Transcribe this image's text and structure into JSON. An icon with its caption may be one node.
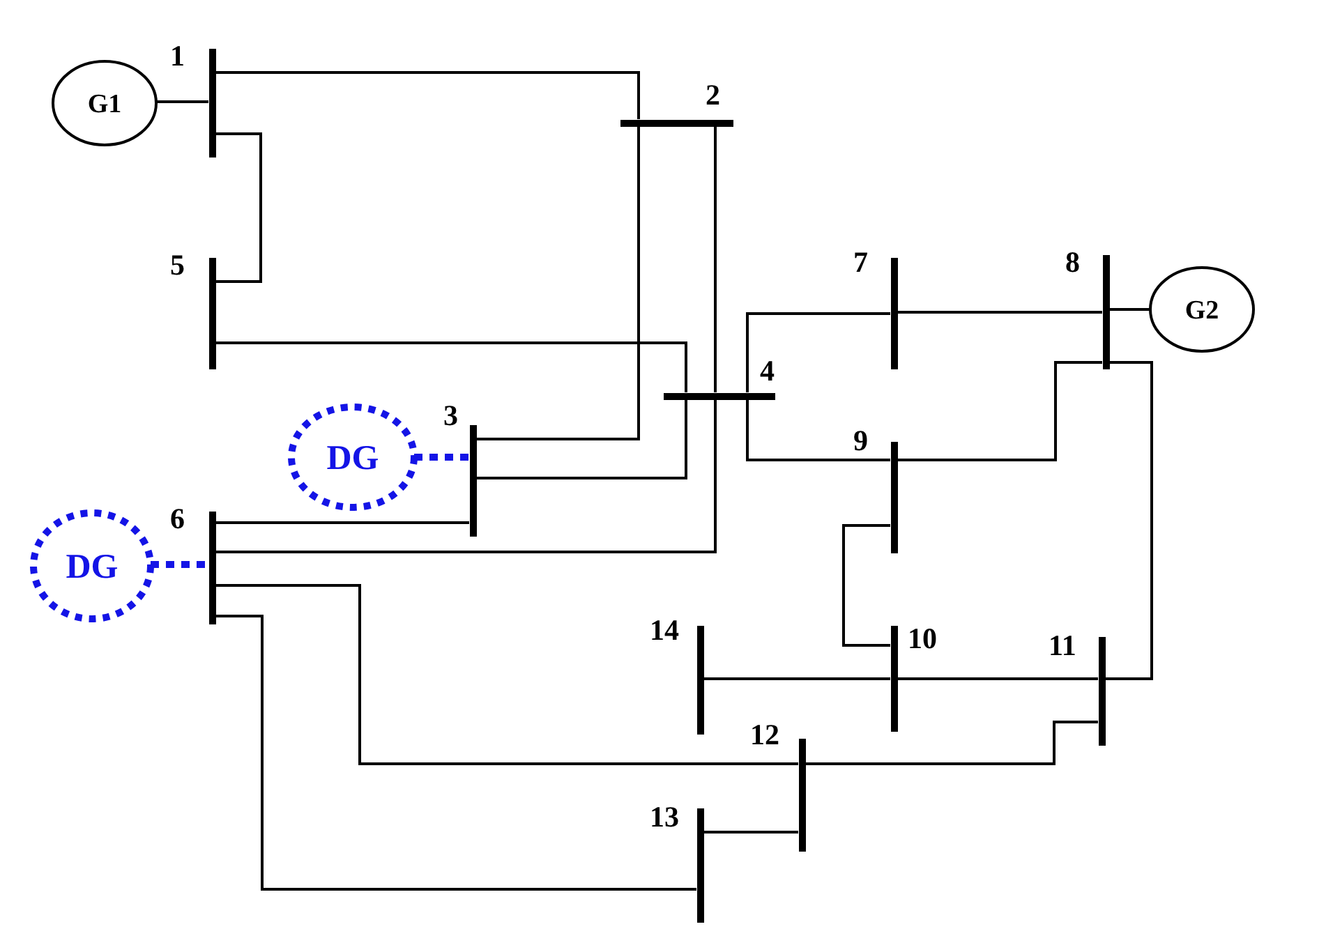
{
  "diagram": {
    "nodes": [
      {
        "text": [
          "1"
        ]
      },
      {
        "text": [
          "G1"
        ]
      },
      {
        "text": [
          "2"
        ]
      },
      {
        "text": [
          "5"
        ]
      },
      {
        "text": [
          "7"
        ]
      },
      {
        "text": [
          "8"
        ]
      },
      {
        "text": [
          "G2"
        ]
      },
      {
        "text": [
          "4"
        ]
      },
      {
        "text": [
          "3"
        ]
      },
      {
        "text": [
          "DG"
        ]
      },
      {
        "text": [
          "9"
        ]
      },
      {
        "text": [
          "6"
        ]
      },
      {
        "text": [
          "DG"
        ]
      },
      {
        "text": [
          "14"
        ]
      },
      {
        "text": [
          "10"
        ]
      },
      {
        "text": [
          "11"
        ]
      },
      {
        "text": [
          "12"
        ]
      },
      {
        "text": [
          "13"
        ]
      }
    ],
    "edges": [
      {
        "from": 1,
        "to": 0,
        "arrow": "none"
      },
      {
        "from": 0,
        "to": 2,
        "arrow": "none"
      },
      {
        "from": 2,
        "to": 8,
        "arrow": "none"
      },
      {
        "from": 0,
        "to": 3,
        "arrow": "none"
      },
      {
        "from": 3,
        "to": 7,
        "arrow": "none"
      },
      {
        "from": 7,
        "to": 8,
        "arrow": "none"
      },
      {
        "from": 2,
        "to": 7,
        "arrow": "none"
      },
      {
        "from": 7,
        "to": 11,
        "arrow": "none"
      },
      {
        "from": 11,
        "to": 8,
        "arrow": "none"
      },
      {
        "from": 7,
        "to": 4,
        "arrow": "none"
      },
      {
        "from": 4,
        "to": 5,
        "arrow": "none"
      },
      {
        "from": 5,
        "to": 6,
        "arrow": "none"
      },
      {
        "from": 7,
        "to": 10,
        "arrow": "none"
      },
      {
        "from": 10,
        "to": 5,
        "arrow": "none"
      },
      {
        "from": 5,
        "to": 15,
        "arrow": "none"
      },
      {
        "from": 10,
        "to": 14,
        "arrow": "none"
      },
      {
        "from": 13,
        "to": 14,
        "arrow": "none"
      },
      {
        "from": 14,
        "to": 15,
        "arrow": "none"
      },
      {
        "from": 11,
        "to": 16,
        "arrow": "none"
      },
      {
        "from": 16,
        "to": 15,
        "arrow": "none"
      },
      {
        "from": 11,
        "to": 17,
        "arrow": "none"
      },
      {
        "from": 17,
        "to": 16,
        "arrow": "none"
      },
      {
        "from": 9,
        "to": 8,
        "arrow": "none",
        "style": "dashed",
        "color": "#1414e6"
      },
      {
        "from": 12,
        "to": 11,
        "arrow": "none",
        "style": "dashed",
        "color": "#1414e6"
      }
    ]
  }
}
